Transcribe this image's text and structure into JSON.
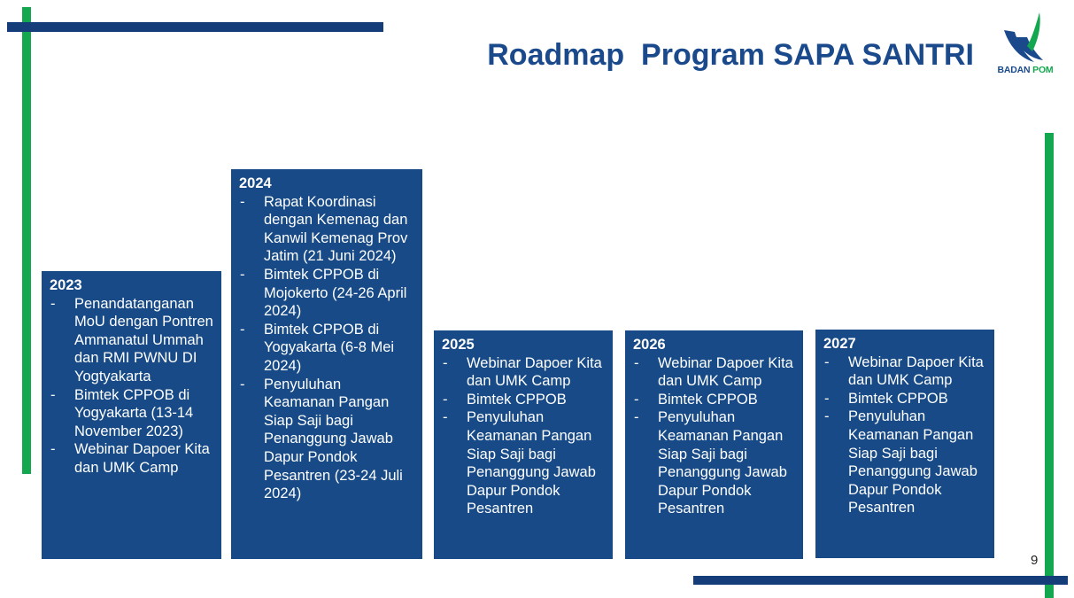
{
  "title": "Roadmap  Program SAPA SANTRI",
  "logo": {
    "text_badan": "BADAN",
    "text_pom": "POM",
    "colors": {
      "navy": "#1a4a8c",
      "green": "#13a84f"
    }
  },
  "colors": {
    "box_background": "#174a86",
    "accent_green": "#13a84f",
    "accent_navy": "#143d7a"
  },
  "roadmap": [
    {
      "year": "2023",
      "items": [
        "Penandatanganan MoU dengan Pontren Ammanatul Ummah dan RMI PWNU DI Yogtyakarta",
        "Bimtek CPPOB di Yogyakarta (13-14 November 2023)",
        "Webinar Dapoer Kita dan UMK Camp"
      ]
    },
    {
      "year": "2024",
      "items": [
        "Rapat Koordinasi dengan Kemenag dan Kanwil Kemenag Prov Jatim (21 Juni 2024)",
        "Bimtek CPPOB di Mojokerto (24-26 April 2024)",
        "Bimtek CPPOB di Yogyakarta (6-8 Mei 2024)",
        "Penyuluhan Keamanan Pangan Siap Saji bagi Penanggung Jawab Dapur Pondok Pesantren (23-24 Juli 2024)"
      ]
    },
    {
      "year": "2025",
      "items": [
        "Webinar Dapoer Kita dan UMK Camp",
        "Bimtek CPPOB",
        "Penyuluhan Keamanan Pangan Siap Saji bagi Penanggung Jawab Dapur Pondok Pesantren"
      ]
    },
    {
      "year": "2026",
      "items": [
        "Webinar Dapoer Kita dan UMK Camp",
        "Bimtek CPPOB",
        "Penyuluhan Keamanan Pangan Siap Saji bagi Penanggung Jawab Dapur Pondok Pesantren"
      ]
    },
    {
      "year": "2027",
      "items": [
        "Webinar Dapoer Kita dan UMK Camp",
        "Bimtek CPPOB",
        "Penyuluhan Keamanan Pangan Siap Saji bagi Penanggung Jawab Dapur Pondok Pesantren"
      ]
    }
  ],
  "page_number": "9"
}
